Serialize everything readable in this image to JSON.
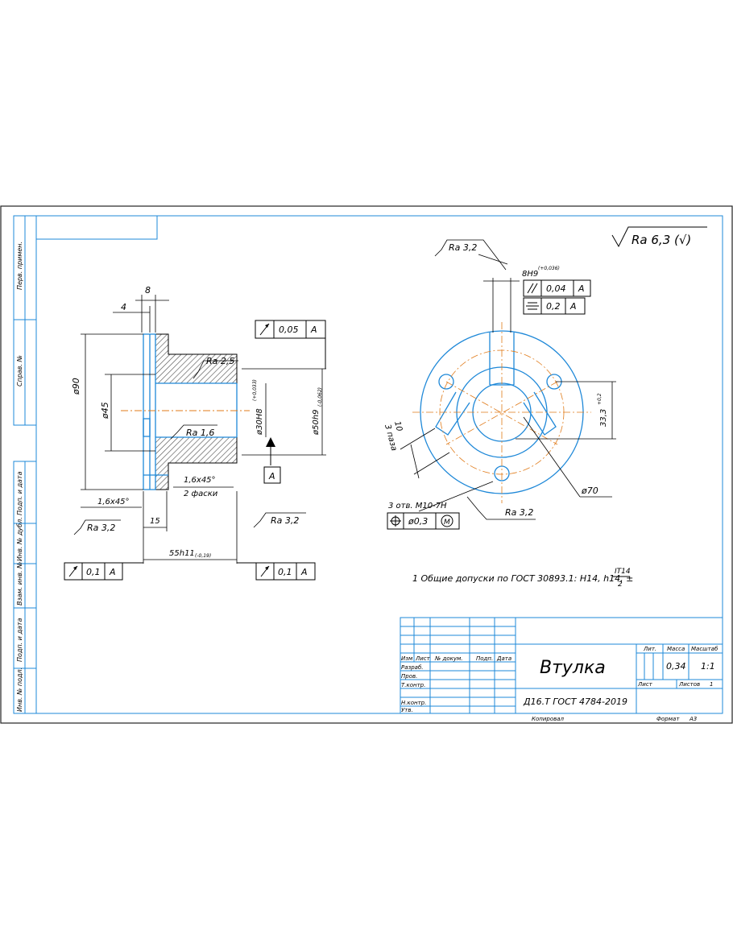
{
  "sheet": {
    "side_stamps": [
      "Перв. примен.",
      "Справ. №",
      "Подп. и дата",
      "Инв. № дубл.",
      "Взам. инв. №",
      "Подп. и дата",
      "Инв. № подл."
    ],
    "general_roughness": "Ra 6,3 (√)"
  },
  "side_view": {
    "dim_8": "8",
    "dim_4": "4",
    "dia_90": "ø90",
    "dia_45": "ø45",
    "dia_30": "ø30H8",
    "dia_30_tol": "(+0,033)",
    "dia_50": "ø50h9",
    "dia_50_tol": "(-0,062)",
    "ra_25": "Ra 2,5",
    "ra_16": "Ra 1,6",
    "ra_32_left": "Ra 3,2",
    "ra_32_right": "Ra 3,2",
    "chamfer_1": "1,6x45°",
    "chamfer_2": "1,6x45°",
    "chamfer_2_note": "2 фаски",
    "dim_15": "15",
    "dim_55": "55h11",
    "dim_55_tol": "(-0,19)",
    "runout_top": {
      "value": "0,05",
      "datum": "A"
    },
    "runout_left": {
      "value": "0,1",
      "datum": "A"
    },
    "runout_right": {
      "value": "0,1",
      "datum": "A"
    },
    "datum_label": "A"
  },
  "front_view": {
    "ra_32_top": "Ra 3,2",
    "ra_32_bottom": "Ra 3,2",
    "key_width": "8H9",
    "key_width_tol": "(+0,036)",
    "parallel": {
      "value": "0,04",
      "datum": "A"
    },
    "symmetry": {
      "value": "0,2",
      "datum": "A"
    },
    "dim_333": "33,3",
    "dim_333_tol": "+0,2",
    "dim_10": "10",
    "chamfer_note": "3 паза",
    "dia_70": "ø70",
    "holes_note": "3 отв. М10-7H",
    "position_tol": "ø0,3",
    "position_mod": "M"
  },
  "notes": {
    "note_1": "1 Общие допуски по ГОСТ 30893.1: H14, h14, ±",
    "note_frac_num": "IT14",
    "note_frac_den": "2"
  },
  "title_block": {
    "name": "Втулка",
    "material": "Д16.Т ГОСТ 4784-2019",
    "col_izm": "Изм",
    "col_list": "Лист",
    "col_docnum": "№ докум.",
    "col_sign": "Подп.",
    "col_date": "Дата",
    "row_develop": "Разраб.",
    "row_check": "Пров.",
    "row_tcontrol": "Т.контр.",
    "row_ncontrol": "Н.контр.",
    "row_approve": "Утв.",
    "lit_label": "Лит.",
    "mass_label": "Масса",
    "scale_label": "Масштаб",
    "mass": "0,34",
    "scale": "1:1",
    "sheet_label": "Лист",
    "sheets_label": "Листов",
    "sheets_count": "1",
    "copied": "Копировал",
    "format_label": "Формат",
    "format": "A3"
  }
}
